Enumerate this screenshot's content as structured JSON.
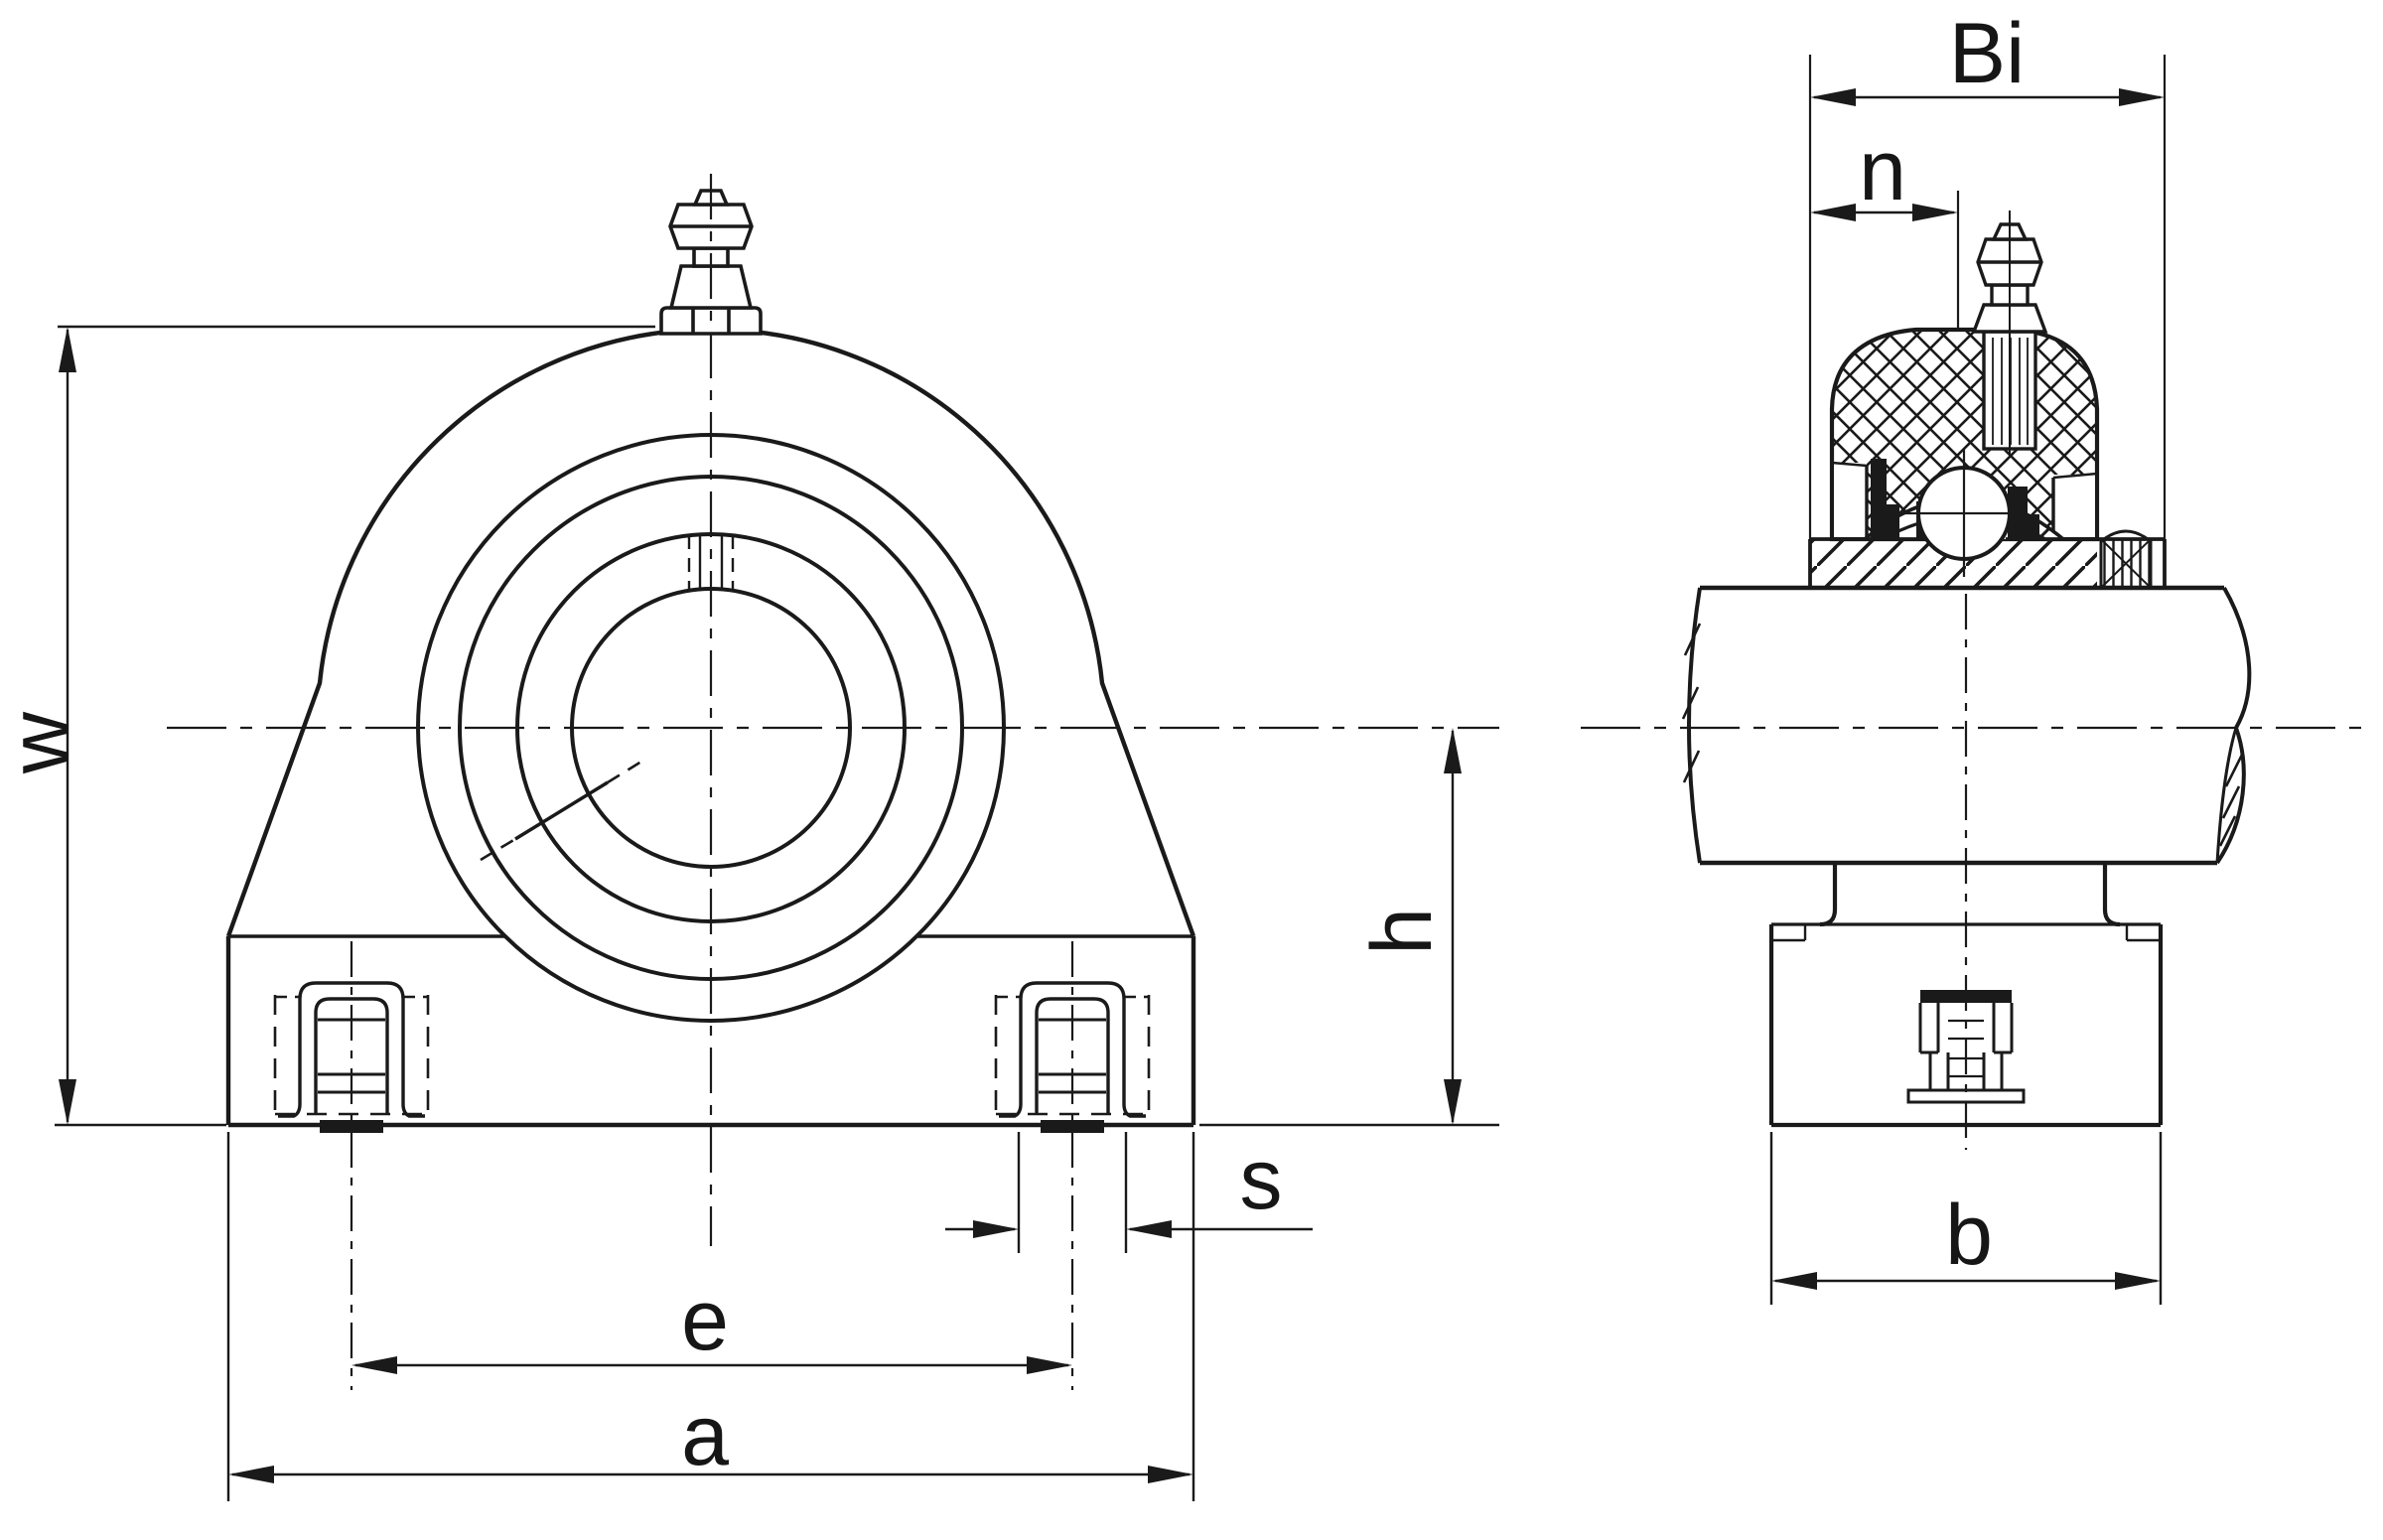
{
  "meta": {
    "colors": {
      "line": "#1a1a1a",
      "background": "#ffffff"
    }
  },
  "front_view": {
    "name": "pillow-block-front-view",
    "labels": {
      "w": "w",
      "h": "h",
      "s": "s",
      "e": "e",
      "a": "a"
    }
  },
  "side_view": {
    "name": "pillow-block-side-section-view",
    "labels": {
      "Bi": "Bi",
      "n": "n",
      "b": "b"
    }
  }
}
